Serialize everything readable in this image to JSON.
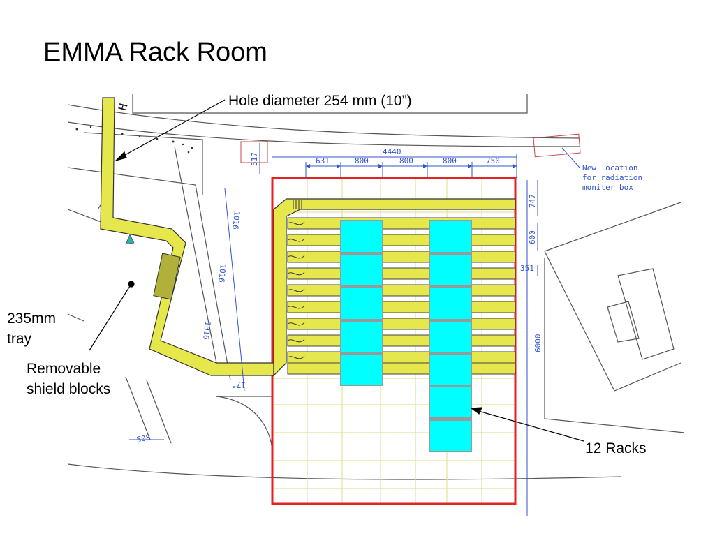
{
  "title": "EMMA Rack Room",
  "annotations": {
    "hole": "Hole diameter 254 mm (10”)",
    "tray": "235mm tray",
    "shield": "Removable shield blocks",
    "racks": "12 Racks"
  },
  "plan": {
    "note": "New location for radiation moniter box",
    "dimensions": {
      "overall_width": "4440",
      "col_1": "631",
      "col_2": "800",
      "col_3": "800",
      "col_4": "800",
      "col_5": "750",
      "left_offset": "517",
      "right_top": "747",
      "right_row": "600",
      "right_small": "351",
      "room_length": "6000",
      "tray_seg_1": "1016",
      "tray_seg_2": "1016",
      "tray_seg_3": "1016",
      "tray_bottom": "508",
      "angle": "17°"
    }
  },
  "colors": {
    "rack": "#00ffff",
    "tray": "#e6e64d",
    "room_outline": "#e52222",
    "grid": "#e2e29a"
  }
}
